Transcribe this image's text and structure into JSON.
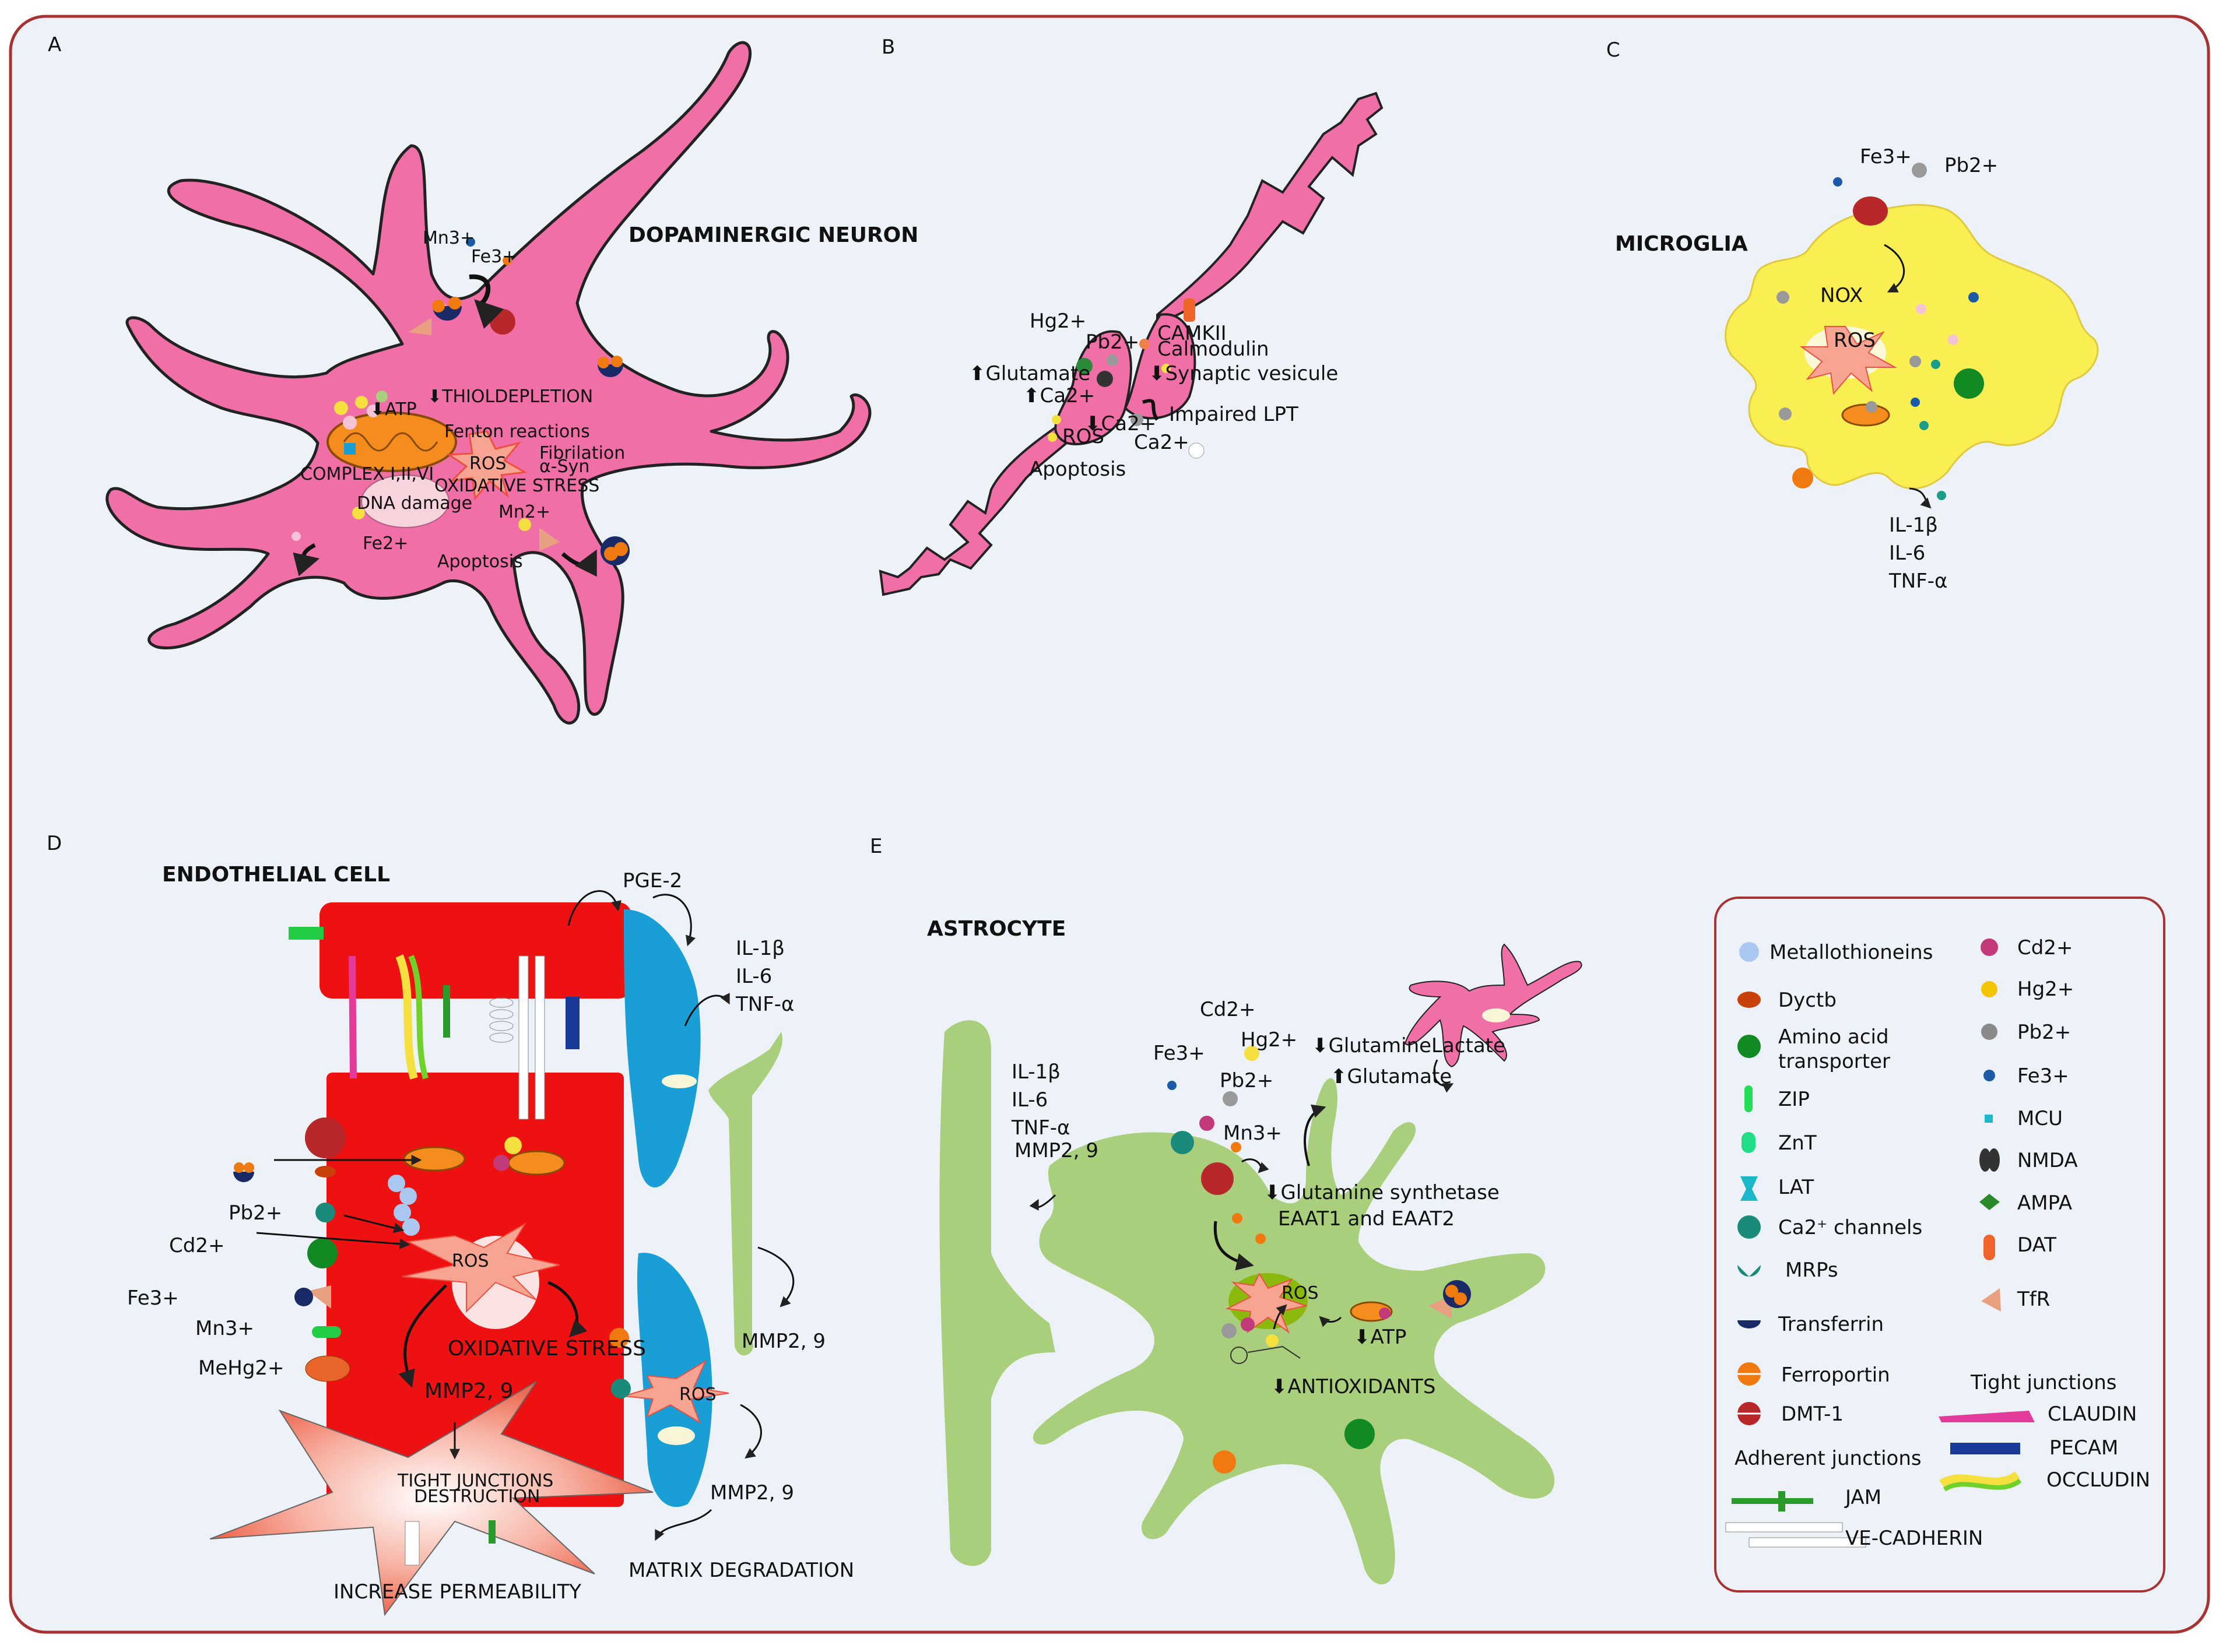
{
  "panels": {
    "a": {
      "letter": "A",
      "title": "DOPAMINERGIC NEURON",
      "labels": [
        "Mn3+",
        "Fe3+",
        "⬇ATP",
        "⬇THIOLDEPLETION",
        "Fenton reactions",
        "Fibrilation",
        "α-Syn",
        "ROS",
        "COMPLEX I,II,VI",
        "OXIDATIVE STRESS",
        "DNA damage",
        "Mn2+",
        "Fe2+",
        "Apoptosis"
      ]
    },
    "b": {
      "letter": "B",
      "labels": [
        "Hg2+",
        "Pb2+",
        "CAMKII",
        "Calmodulin",
        "⬆Glutamate",
        "⬇Synaptic vesicule",
        "⬆Ca2+",
        "⬇Ca2+",
        "ROS",
        "Impaired LPT",
        "Ca2+",
        "Apoptosis"
      ]
    },
    "c": {
      "letter": "C",
      "title": "MICROGLIA",
      "labels": [
        "Fe3+",
        "Pb2+",
        "NOX",
        "ROS",
        "IL-1β",
        "IL-6",
        "TNF-α"
      ]
    },
    "d": {
      "letter": "D",
      "title": "ENDOTHELIAL CELL",
      "labels": [
        "PGE-2",
        "IL-1β",
        "IL-6",
        "TNF-α",
        "Pb2+",
        "Cd2+",
        "Fe3+",
        "Mn3+",
        "MeHg2+",
        "ROS",
        "OXIDATIVE STRESS",
        "MMP2, 9",
        "TIGHT JUNCTIONS",
        "DESTRUCTION",
        "ROS",
        "MMP2, 9",
        "MMP2, 9",
        "MATRIX DEGRADATION",
        "INCREASE PERMEABILITY"
      ]
    },
    "e": {
      "letter": "E",
      "title": "ASTROCYTE",
      "labels": [
        "Cd2+",
        "Fe3+",
        "Hg2+",
        "⬇GlutamineLactate",
        "Pb2+",
        "⬆Glutamate",
        "IL-1β",
        "IL-6",
        "TNF-α",
        "MMP2, 9",
        "Mn3+",
        "⬇Glutamine synthetase",
        "EAAT1 and EAAT2",
        "ROS",
        "⬇ATP",
        "⬇ANTIOXIDANTS"
      ]
    }
  },
  "legend": {
    "left_items": [
      "Metallothioneins",
      "Dyctb",
      "Amino acid",
      "transporter",
      "ZIP",
      "ZnT",
      "LAT",
      "Ca2⁺ channels",
      "MRPs",
      "Transferrin",
      "Ferroportin",
      "DMT-1"
    ],
    "right_items": [
      "Cd2+",
      "Hg2+",
      "Pb2+",
      "Fe3+",
      "MCU",
      "NMDA",
      "AMPA",
      "DAT",
      "TfR"
    ],
    "tight_title": "Tight junctions",
    "tight_items": [
      "CLAUDIN",
      "PECAM",
      "OCCLUDIN"
    ],
    "adherent_title": "Adherent junctions",
    "adherent_items": [
      "JAM",
      "VE-CADHERIN"
    ]
  },
  "colors": {
    "neuron": "#f06fa6",
    "microglia": "#f9ef52",
    "astrocyte": "#a9cf7c",
    "endothelial": "#ee1111",
    "pericyte": "#1a9ed6",
    "background": "#edf2f9",
    "border": "#a83232"
  }
}
